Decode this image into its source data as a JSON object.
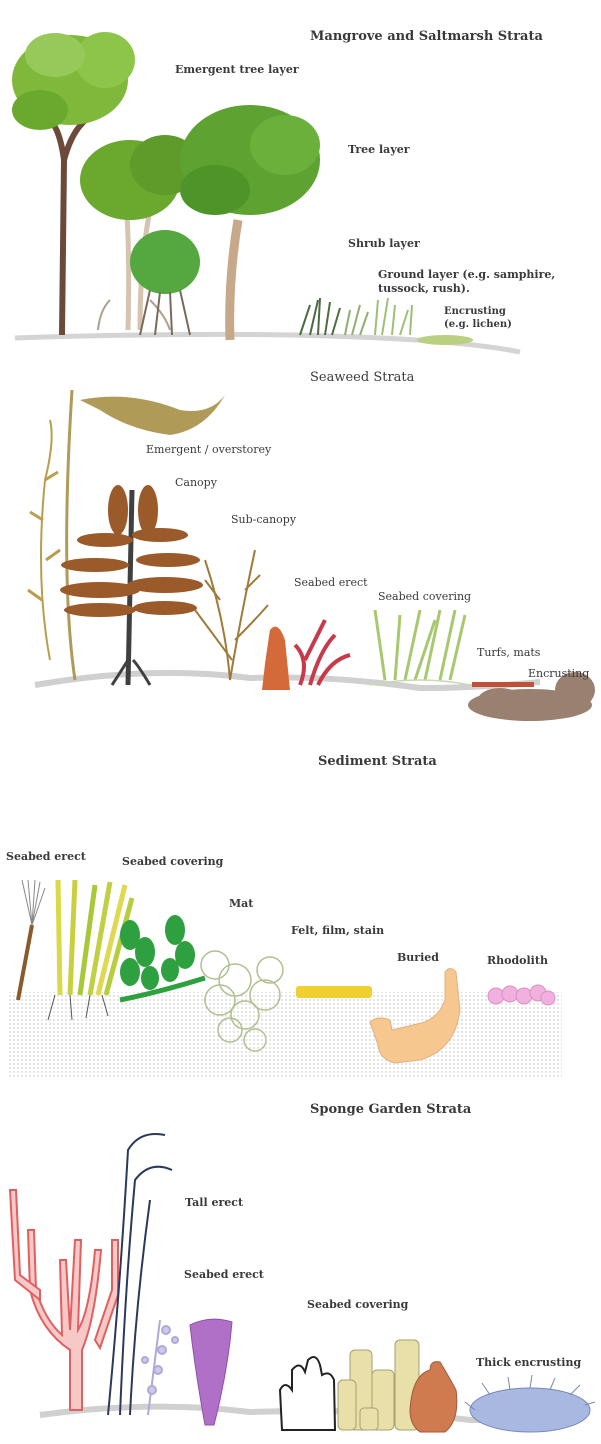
{
  "mangrove": {
    "title": "Mangrove and Saltmarsh Strata",
    "emergent": "Emergent tree layer",
    "tree": "Tree layer",
    "shrub": "Shrub layer",
    "ground_1": "Ground layer (e.g. samphire,",
    "ground_2": "tussock, rush).",
    "encrusting_1": "Encrusting",
    "encrusting_2": "(e.g. lichen)"
  },
  "seaweed": {
    "title": "Seaweed Strata",
    "emergent": "Emergent / overstorey",
    "canopy": "Canopy",
    "subcanopy": "Sub-canopy",
    "erect": "Seabed erect",
    "covering": "Seabed covering",
    "turfs": "Turfs, mats",
    "encrusting": "Encrusting"
  },
  "sediment": {
    "title": "Sediment Strata",
    "erect": "Seabed erect",
    "covering": "Seabed covering",
    "mat": "Mat",
    "felt": "Felt, film, stain",
    "buried": "Buried",
    "rhodolith": "Rhodolith"
  },
  "sponge": {
    "title": "Sponge Garden Strata",
    "tall": "Tall erect",
    "erect": "Seabed erect",
    "covering": "Seabed covering",
    "thick": "Thick encrusting"
  }
}
